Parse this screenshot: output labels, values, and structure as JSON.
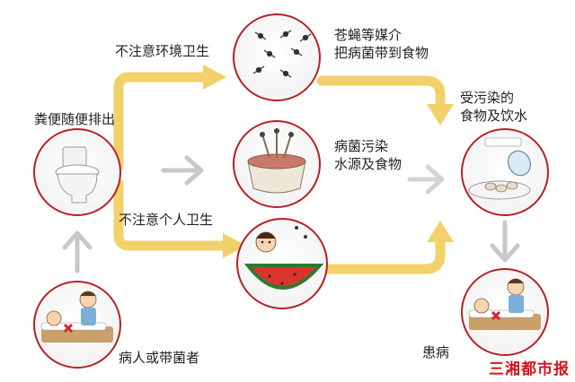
{
  "labels": {
    "toilet": "粪便随便排出",
    "patient": "病人或带菌者",
    "env": "不注意环境卫生",
    "flies_1": "苍蝇等媒介",
    "flies_2": "把病菌带到食物",
    "water_1": "病菌污染",
    "water_2": "水源及食物",
    "personal": "不注意个人卫生",
    "food_1": "受污染的",
    "food_2": "食物及饮水",
    "sick": "患病"
  },
  "logo": "三湘都市报",
  "colors": {
    "yellow_arrow": "#f2d16b",
    "gray_arrow": "#c8c8c8",
    "circle_border": "#b82025",
    "logo_red": "#d6141d"
  },
  "nodes": [
    {
      "id": "patient",
      "icon": "sick-child-icon"
    },
    {
      "id": "toilet",
      "icon": "toilet-icon"
    },
    {
      "id": "flies",
      "icon": "flies-icon"
    },
    {
      "id": "water",
      "icon": "dirty-water-icon"
    },
    {
      "id": "melon",
      "icon": "watermelon-child-icon"
    },
    {
      "id": "food",
      "icon": "food-plate-icon"
    },
    {
      "id": "sick",
      "icon": "sick-child-icon"
    }
  ]
}
